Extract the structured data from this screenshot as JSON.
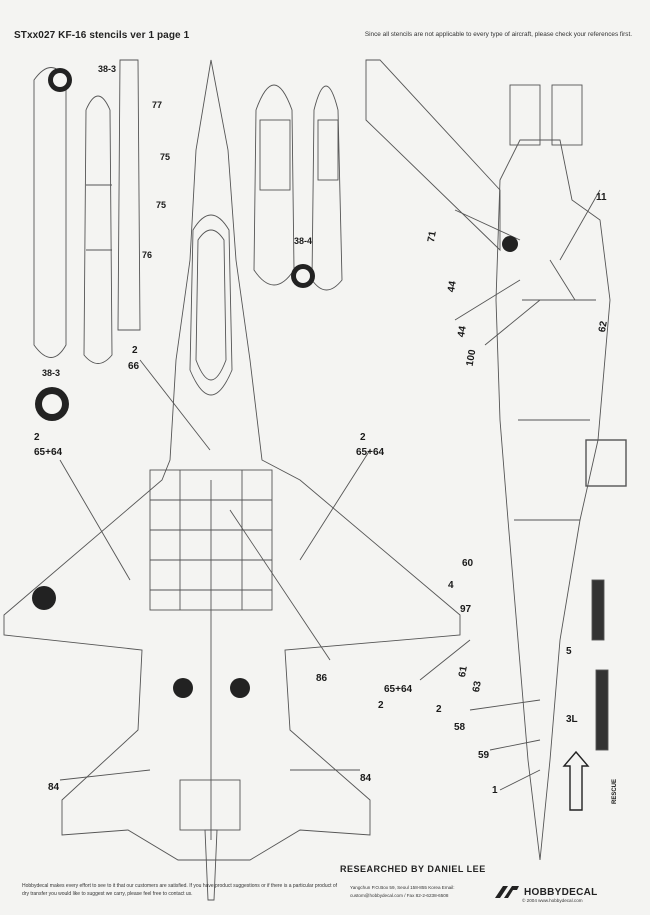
{
  "header": {
    "title": "STxx027 KF-16 stencils ver 1 page 1",
    "note": "Since all stencils are not applicable to every type of aircraft, please check your references first."
  },
  "callouts": {
    "n38_3a": "38-3",
    "n77": "77",
    "n75a": "75",
    "n75b": "75",
    "n76": "76",
    "n38_4": "38-4",
    "n38_3b": "38-3",
    "n2a": "2",
    "n66": "66",
    "n2b": "2",
    "n6564a": "65+64",
    "n2c": "2",
    "n6564b": "65+64",
    "n71": "71",
    "n44a": "44",
    "n44b": "44",
    "n100": "100",
    "n11": "11",
    "n62": "62",
    "n60": "60",
    "n4": "4",
    "n97": "97",
    "n5": "5",
    "n86": "86",
    "n6564c": "65+64",
    "n2d": "2",
    "n61": "61",
    "n63": "63",
    "n2e": "2",
    "n58": "58",
    "n3l": "3L",
    "n59": "59",
    "n1": "1",
    "n84a": "84",
    "n84b": "84",
    "rescue": "RESCUE"
  },
  "credits": {
    "researched": "RESEARCHED BY DANIEL LEE",
    "footer_note": "Hobbydecal makes every effort to see to it that our customers are satisfied. If you have product suggestions or if there is a particular product of dry transfer you would like to suggest we carry, please feel free to contact us.",
    "address": "Yangchun P.O.Box 59, Seoul 158-855 Korea Email: custom@hobbydecal.com / Fax 82-2-6238-6508",
    "brand": "HOBBYDECAL",
    "copyright": "© 2004 www.hobbydecal.com"
  },
  "colors": {
    "ink": "#1a1a1a",
    "line": "#555555",
    "paper": "#f4f4f2"
  },
  "icons": {
    "roundel": "roundel-icon",
    "brand_mark": "hd-logo-icon",
    "rescue_arrow": "arrow-up-icon"
  }
}
